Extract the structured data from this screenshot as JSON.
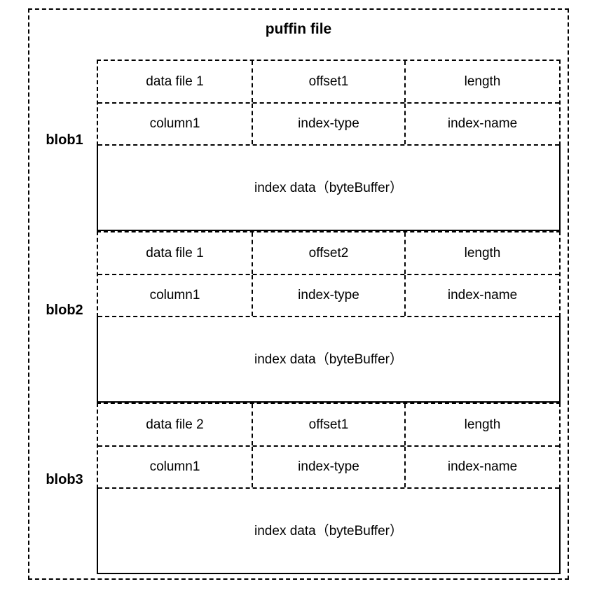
{
  "diagram": {
    "title": "puffin file",
    "columns": 3,
    "blobs": [
      {
        "label": "blob1",
        "row1": [
          "data file 1",
          "offset1",
          "length"
        ],
        "row2": [
          "column1",
          "index-type",
          "index-name"
        ],
        "data_row": "index data（byteBuffer）"
      },
      {
        "label": "blob2",
        "row1": [
          "data file 1",
          "offset2",
          "length"
        ],
        "row2": [
          "column1",
          "index-type",
          "index-name"
        ],
        "data_row": "index data（byteBuffer）"
      },
      {
        "label": "blob3",
        "row1": [
          "data file 2",
          "offset1",
          "length"
        ],
        "row2": [
          "column1",
          "index-type",
          "index-name"
        ],
        "data_row": "index data（byteBuffer）"
      }
    ],
    "colors": {
      "line": "#000000",
      "text": "#000000",
      "background": "#ffffff"
    }
  }
}
